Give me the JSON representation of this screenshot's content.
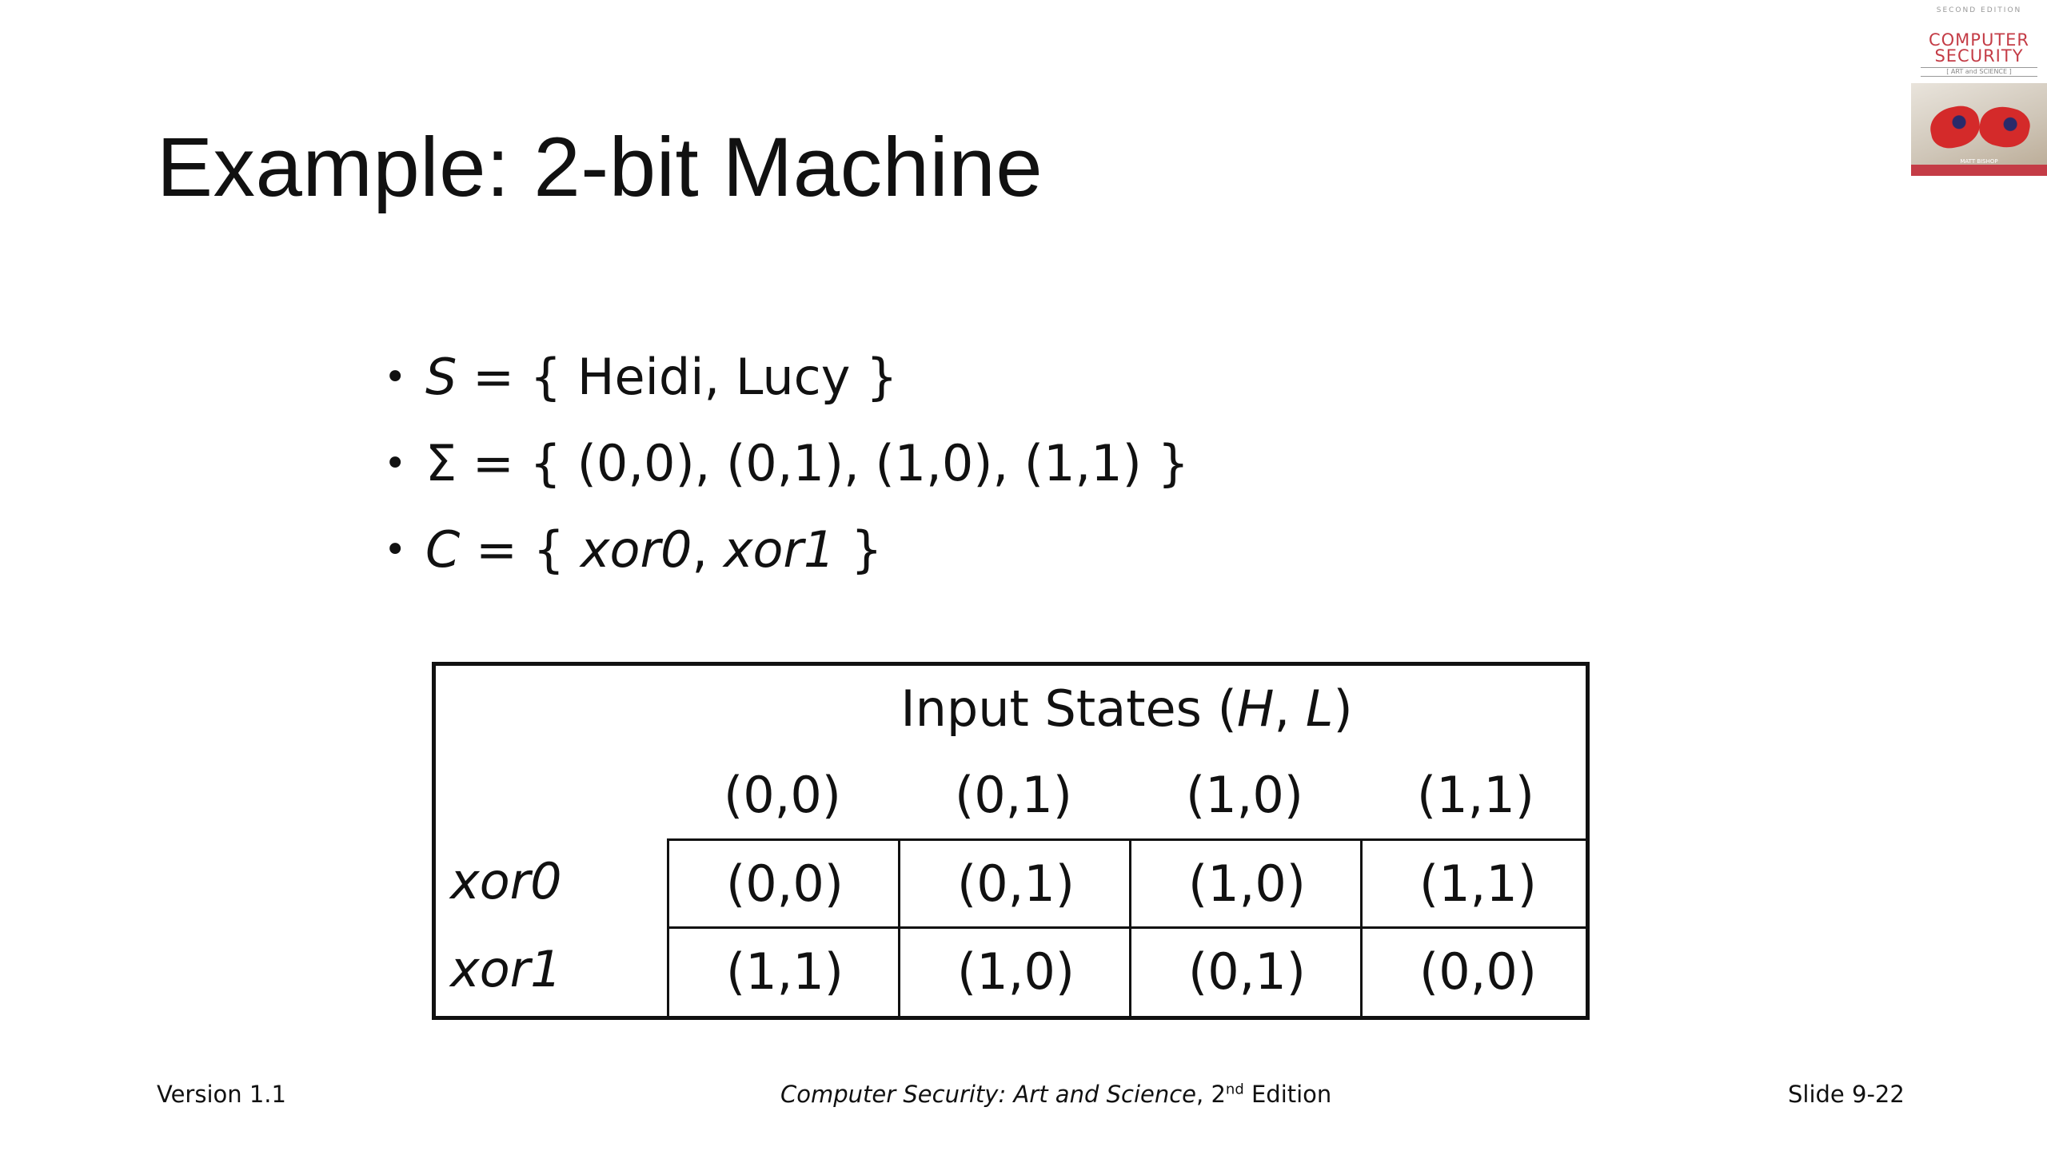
{
  "slide": {
    "title": "Example: 2-bit Machine"
  },
  "cover": {
    "edition": "SECOND EDITION",
    "title_line1": "COMPUTER",
    "title_line2": "SECURITY",
    "subtitle": "[ ART and SCIENCE ]",
    "author": "MATT BISHOP"
  },
  "bullets": [
    {
      "var": "S",
      "rest": " = { Heidi, Lucy }"
    },
    {
      "var": "Σ",
      "rest": " = { (0,0), (0,1), (1,0), (1,1) }"
    },
    {
      "var": "C",
      "pre": " = { ",
      "item1": "xor0",
      "sep": ", ",
      "item2": "xor1",
      "post": " }"
    }
  ],
  "table": {
    "header_prefix": "Input States (",
    "header_h": "H",
    "header_sep": ", ",
    "header_l": "L",
    "header_suffix": ")",
    "columns": [
      "(0,0)",
      "(0,1)",
      "(1,0)",
      "(1,1)"
    ],
    "rows": [
      {
        "label": "xor0",
        "cells": [
          "(0,0)",
          "(0,1)",
          "(1,0)",
          "(1,1)"
        ]
      },
      {
        "label": "xor1",
        "cells": [
          "(1,1)",
          "(1,0)",
          "(0,1)",
          "(0,0)"
        ]
      }
    ]
  },
  "footer": {
    "version": "Version 1.1",
    "book_title": "Computer Security: Art and Science",
    "edition_num": ", 2",
    "edition_sup": "nd",
    "edition_word": " Edition",
    "slide_number": "Slide 9-22"
  }
}
